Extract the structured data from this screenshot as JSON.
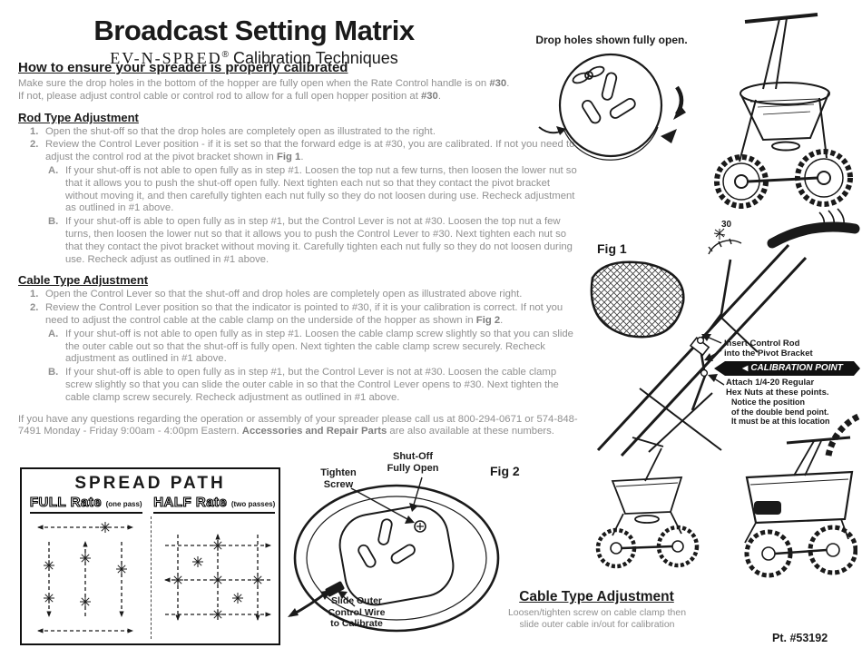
{
  "header": {
    "title": "Broadcast Setting Matrix",
    "brand": "EV-N-SPRED",
    "registered": "®",
    "subtitle_rest": " Calibration Techniques"
  },
  "intro": {
    "heading": "How to ensure your spreader is properly calibrated",
    "line1_pre": "Make sure the drop holes in the bottom of the hopper are fully open when the Rate Control handle is on ",
    "line1_bold": "#30",
    "line1_post": ".",
    "line2_pre": "If not, please adjust control cable or control rod to allow for a full open hopper position at ",
    "line2_bold": "#30",
    "line2_post": "."
  },
  "rod": {
    "heading": "Rod Type Adjustment",
    "item1_marker": "1.",
    "item1": "Open the shut-off so that the drop holes are completely open as illustrated to the right.",
    "item2_marker": "2.",
    "item2_pre": "Review the Control Lever position - if it is set so that the forward edge is at #30, you are calibrated. If not you need to adjust the control rod at the pivot bracket shown in ",
    "item2_bold": "Fig 1",
    "item2_post": ".",
    "itemA_marker": "A.",
    "itemA": "If your shut-off is not able to open fully as in step #1. Loosen the top nut a few turns, then loosen the lower nut so that it allows you to push the shut-off open fully. Next tighten each nut so that they contact the pivot bracket without moving it, and then carefully tighten each nut fully so they do not loosen during use. Recheck adjustment as outlined in #1 above.",
    "itemB_marker": "B.",
    "itemB": "If your shut-off is able to open fully as in step #1, but the Control Lever is not at #30. Loosen the top nut a few turns, then loosen the lower nut so that it allows you to push the Control Lever to #30. Next tighten each nut so that they contact the pivot bracket without moving it. Carefully tighten each nut fully so they do not loosen during use. Recheck adjust as outlined in #1 above."
  },
  "cable": {
    "heading": "Cable Type Adjustment",
    "item1_marker": "1.",
    "item1": "Open the Control Lever so that the shut-off and drop holes are completely open as illustrated above right.",
    "item2_marker": "2.",
    "item2_pre": "Review the Control Lever position so that the indicator is pointed to #30, if it is your calibration is correct. If not you need to adjust the control cable at the cable clamp on the underside of the hopper as shown in ",
    "item2_bold": "Fig 2",
    "item2_post": ".",
    "itemA_marker": "A.",
    "itemA": "If your shut-off is not able to open fully as in step #1. Loosen the cable clamp screw slightly so that you can slide the outer cable out so that the shut-off is fully open. Next tighten the cable clamp screw securely. Recheck adjustment as outlined in #1 above.",
    "itemB_marker": "B.",
    "itemB": "If your shut-off is able to open fully as in step #1, but the Control Lever is not at #30. Loosen the cable clamp screw slightly so that you can slide the outer cable in so that the Control Lever opens to #30. Next tighten the cable clamp screw securely. Recheck adjustment as outlined in #1 above."
  },
  "questions": {
    "pre": "If you have any questions regarding the operation or assembly of your spreader please call us at 800-294-0671 or 574-848-7491 Monday - Friday 9:00am - 4:00pm Eastern. ",
    "bold": "Accessories and Repair Parts",
    "post": " are also available at these numbers."
  },
  "figures": {
    "drop_holes_caption": "Drop holes shown fully open.",
    "fig1_label": "Fig 1",
    "fig2_label": "Fig 2",
    "dial_30": "30",
    "insert_rod_line1": "Insert Control Rod",
    "insert_rod_line2": "into the Pivot Bracket",
    "calibration_arrow_icon": "◀",
    "calibration_point": "CALIBRATION POINT",
    "hex_nuts_line1": "Attach 1/4-20 Regular",
    "hex_nuts_line2": "Hex Nuts at these points.",
    "bend_line1": "Notice the position",
    "bend_line2": "of the double bend point.",
    "bend_line3": "It must be at this location",
    "tighten_line1": "Tighten",
    "tighten_line2": "Screw",
    "shutoff_line1": "Shut-Off",
    "shutoff_line2": "Fully Open",
    "slide_line1": "Slide Outer",
    "slide_line2": "Control Wire",
    "slide_line3": "to Calibrate"
  },
  "spread_path": {
    "title": "SPREAD PATH",
    "full_label": "FULL Rate",
    "full_note": "(one pass)",
    "half_label": "HALF Rate",
    "half_note": "(two passes)"
  },
  "cable_adjust_footer": {
    "heading": "Cable Type Adjustment",
    "line1": "Loosen/tighten screw on cable clamp then",
    "line2": "slide outer cable in/out for calibration"
  },
  "footer": {
    "part_number": "Pt. #53192"
  }
}
